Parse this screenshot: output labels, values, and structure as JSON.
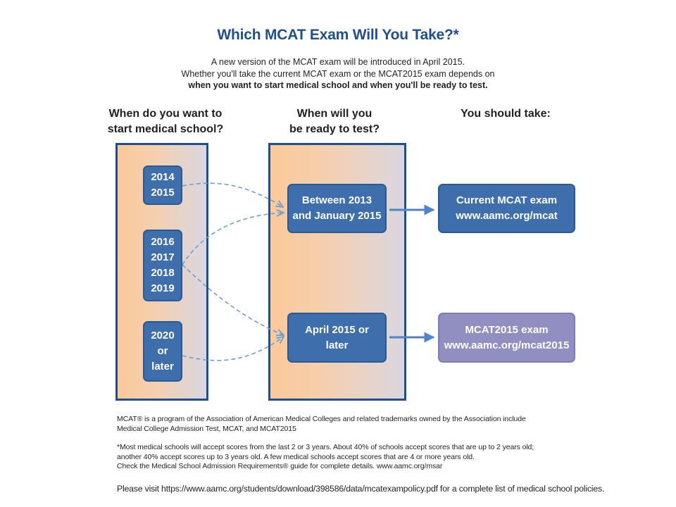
{
  "title": "Which MCAT Exam Will You Take?*",
  "intro": {
    "line1": "A new version of the MCAT exam will be introduced in April 2015.",
    "line2": "Whether you'll take the current MCAT exam or the MCAT2015 exam depends on",
    "line3": "when you want to start medical school and when you'll be ready to test."
  },
  "columns": {
    "start": {
      "line1": "When do you want to",
      "line2": "start medical school?"
    },
    "ready": {
      "line1": "When will you",
      "line2": "be ready to test?"
    },
    "take": {
      "line1": "You should take:"
    }
  },
  "start_years": [
    {
      "lines": [
        "2014",
        "2015"
      ]
    },
    {
      "lines": [
        "2016",
        "2017",
        "2018",
        "2019"
      ]
    },
    {
      "lines": [
        "2020",
        "or",
        "later"
      ]
    }
  ],
  "ready_options": [
    {
      "lines": [
        "Between 2013",
        "and January 2015"
      ]
    },
    {
      "lines": [
        "April 2015 or",
        "later"
      ]
    }
  ],
  "exams": [
    {
      "lines": [
        "Current MCAT exam",
        "www.aamc.org/mcat"
      ]
    },
    {
      "lines": [
        "MCAT2015 exam",
        "www.aamc.org/mcat2015"
      ]
    }
  ],
  "colors": {
    "box_blue": "#3e6eac",
    "box_purple": "#918ec2",
    "panel_border": "#1f4f8e",
    "title_blue": "#1f4f8e",
    "arrow_blue": "#4f85c8",
    "dashed_blue": "#6a9fd6"
  },
  "footnotes": {
    "trademark": [
      "MCAT® is a program of the Association of American Medical Colleges and related trademarks owned by the Association include",
      "Medical College Admission Test, MCAT, and MCAT2015"
    ],
    "scores": [
      "*Most medical schools will accept scores from the last 2 or 3 years. About 40% of schools accept scores that are up to 2 years old;",
      "another 40% accept scores up to 3 years old. A few medical schools accept scores that are 4 or more years old.",
      "Check the Medical School Admission Requirements® guide for complete details. www.aamc.org/msar"
    ],
    "visit": "Please visit https://www.aamc.org/students/download/398586/data/mcatexampolicy.pdf for a complete list of medical school policies."
  }
}
